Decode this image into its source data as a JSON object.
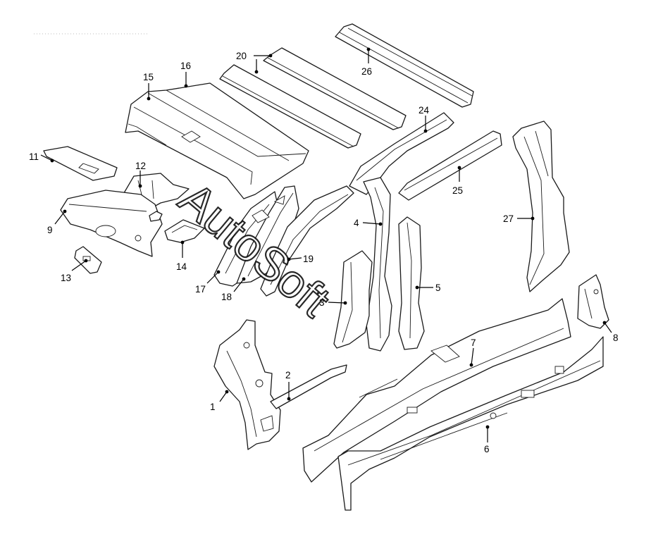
{
  "watermark": {
    "text": "AutoSoft"
  },
  "callouts": [
    {
      "id": "c1",
      "label": "1"
    },
    {
      "id": "c2",
      "label": "2"
    },
    {
      "id": "c3",
      "label": "3"
    },
    {
      "id": "c4",
      "label": "4"
    },
    {
      "id": "c5",
      "label": "5"
    },
    {
      "id": "c6",
      "label": "6"
    },
    {
      "id": "c7",
      "label": "7"
    },
    {
      "id": "c8",
      "label": "8"
    },
    {
      "id": "c9",
      "label": "9"
    },
    {
      "id": "c11",
      "label": "11"
    },
    {
      "id": "c12",
      "label": "12"
    },
    {
      "id": "c13",
      "label": "13"
    },
    {
      "id": "c14",
      "label": "14"
    },
    {
      "id": "c15",
      "label": "15"
    },
    {
      "id": "c16",
      "label": "16"
    },
    {
      "id": "c17",
      "label": "17"
    },
    {
      "id": "c18",
      "label": "18"
    },
    {
      "id": "c19",
      "label": "19"
    },
    {
      "id": "c20",
      "label": "20"
    },
    {
      "id": "c24",
      "label": "24"
    },
    {
      "id": "c25",
      "label": "25"
    },
    {
      "id": "c26",
      "label": "26"
    },
    {
      "id": "c27",
      "label": "27"
    }
  ]
}
